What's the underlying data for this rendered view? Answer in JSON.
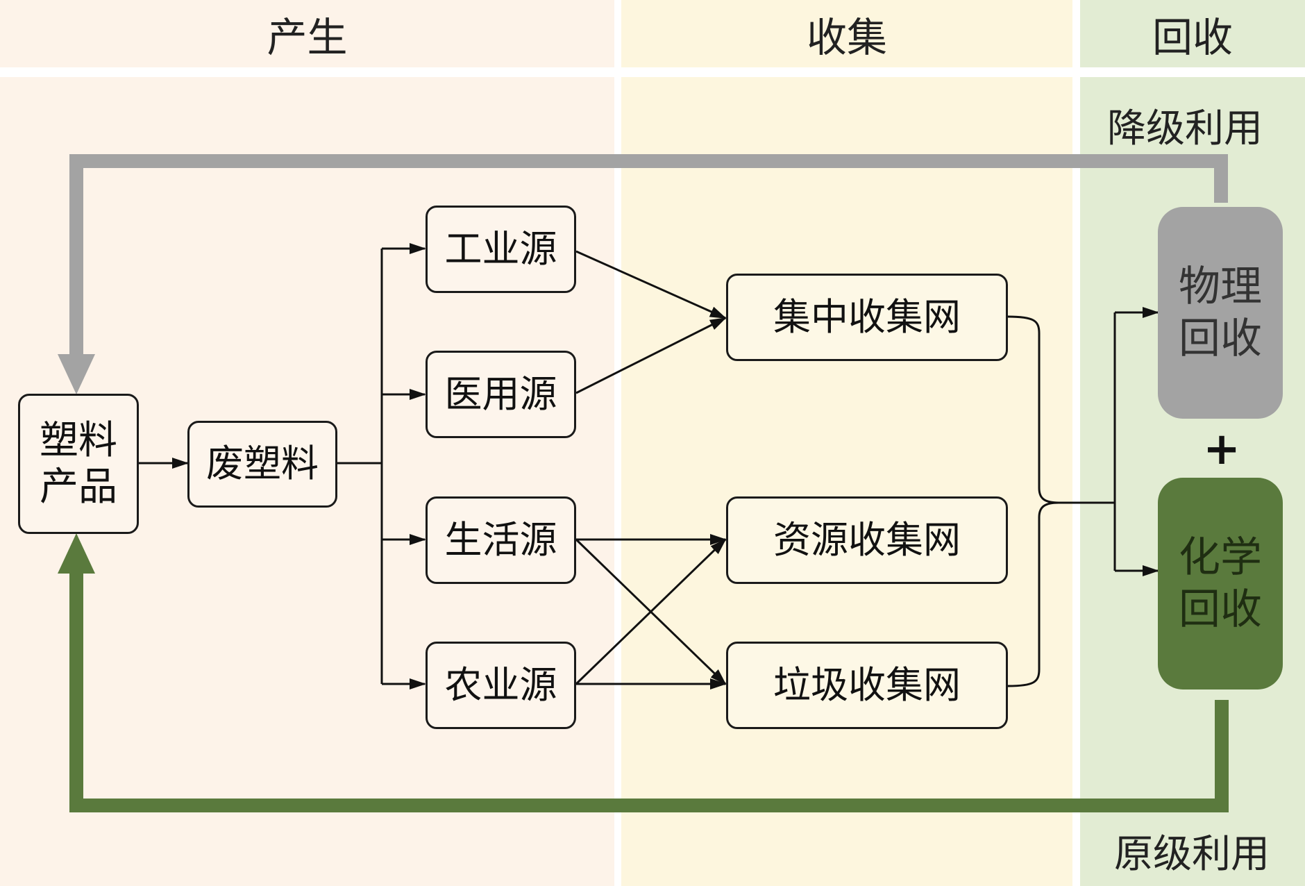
{
  "headers": {
    "produce": "产生",
    "collect": "收集",
    "recycle": "回收"
  },
  "nodes": {
    "plastic_product": [
      "塑料",
      "产品"
    ],
    "waste_plastic": "废塑料",
    "industrial": "工业源",
    "medical": "医用源",
    "domestic": "生活源",
    "agricultural": "农业源",
    "centralized": "集中收集网",
    "resource": "资源收集网",
    "garbage": "垃圾收集网",
    "physical": [
      "物理",
      "回收"
    ],
    "chemical": [
      "化学",
      "回收"
    ]
  },
  "plus": "+",
  "labels": {
    "downcycle": "降级利用",
    "primary": "原级利用"
  },
  "colors": {
    "produce_bg": "#fdf3e9",
    "collect_bg": "#fdf6de",
    "recycle_bg": "#e2ecd3",
    "physical": "#a3a3a3",
    "chemical": "#5a7a3d",
    "gray_arrow": "#a3a3a3",
    "green_arrow": "#5a7a3d"
  }
}
